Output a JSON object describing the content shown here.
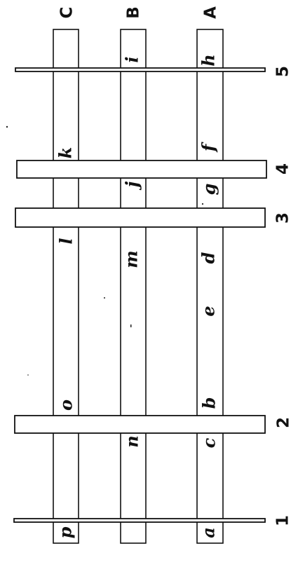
{
  "diagram": {
    "rail_labels": {
      "C": "C",
      "B": "B",
      "A": "A"
    },
    "crossbar_labels": {
      "one": "1",
      "two": "2",
      "three": "3",
      "four": "4",
      "five": "5"
    },
    "letter_labels": {
      "a": "a",
      "b": "b",
      "c": "c",
      "d": "d",
      "e": "e",
      "f": "f",
      "g": "g",
      "h": "h",
      "i": "i",
      "j": "j",
      "k": "k",
      "l": "l",
      "m": "m",
      "n": "n",
      "o": "o",
      "p": "p"
    }
  }
}
